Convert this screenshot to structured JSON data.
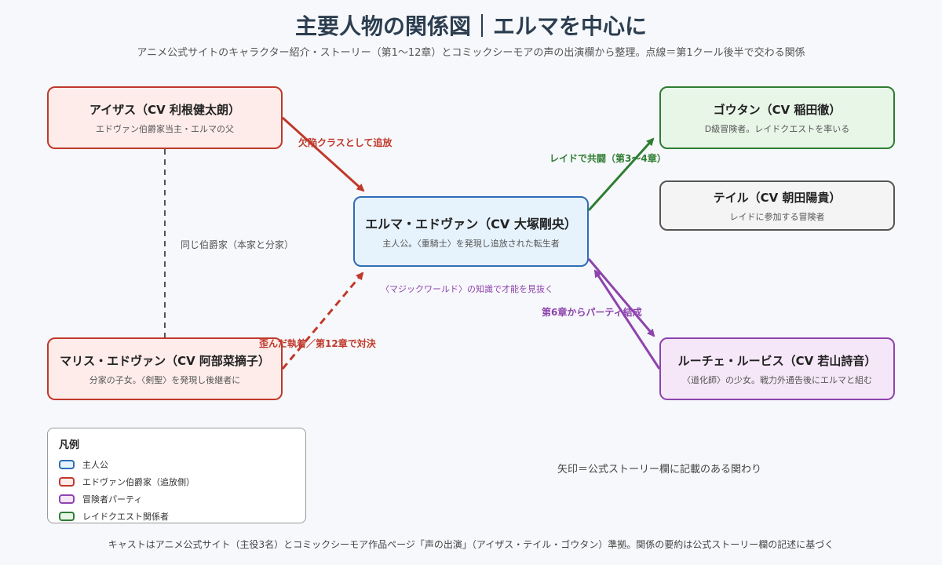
{
  "title": "主要人物の関係図｜エルマを中心に",
  "subtitle": "アニメ公式サイトのキャラクター紹介・ストーリー（第1〜12章）とコミックシーモアの声の出演欄から整理。点線＝第1クール後半で交わる関係",
  "nodes": {
    "elma": {
      "name": "エルマ・エドヴァン（CV 大塚剛央）",
      "desc": "主人公。〈重騎士〉を発現し追放された転生者"
    },
    "aizasu": {
      "name": "アイザス（CV 利根健太朗）",
      "desc": "エドヴァン伯爵家当主・エルマの父"
    },
    "maris": {
      "name": "マリス・エドヴァン（CV 阿部菜摘子）",
      "desc": "分家の子女。〈剣聖〉を発現し後継者に"
    },
    "gotan": {
      "name": "ゴウタン（CV 稲田徹）",
      "desc": "D級冒険者。レイドクエストを率いる"
    },
    "teil": {
      "name": "テイル（CV 朝田陽貴）",
      "desc": "レイドに参加する冒険者"
    },
    "ruche": {
      "name": "ルーチェ・ルービス（CV 若山詩音）",
      "desc": "〈道化師〉の少女。戦力外通告後にエルマと組む"
    }
  },
  "edges": {
    "aizasu_elma": "欠陥クラスとして追放",
    "aizasu_maris": "同じ伯爵家（本家と分家）",
    "maris_elma": "歪んだ執着／第12章で対決",
    "elma_gotan": "レイドで共闘（第3〜4章）",
    "elma_ruche": "第6章からパーティ結成",
    "elma_note": "〈マジックワールド〉の知識で才能を見抜く"
  },
  "legend": {
    "title": "凡例",
    "items": [
      {
        "label": "主人公",
        "color": "#2f6db5"
      },
      {
        "label": "エドヴァン伯爵家（追放側）",
        "color": "#c0392b"
      },
      {
        "label": "冒険者パーティ",
        "color": "#8e44ad"
      },
      {
        "label": "レイドクエスト関係者",
        "color": "#2e7d32"
      }
    ]
  },
  "arrow_note": "矢印＝公式ストーリー欄に記載のある関わり",
  "footer": "キャストはアニメ公式サイト（主役3名）とコミックシーモア作品ページ「声の出演」（アイザス・テイル・ゴウタン）準拠。関係の要約は公式ストーリー欄の記述に基づく",
  "colors": {
    "red": "#c0392b",
    "green": "#2e7d32",
    "purple": "#8e44ad",
    "blue": "#2f6db5",
    "gray": "#555555"
  }
}
